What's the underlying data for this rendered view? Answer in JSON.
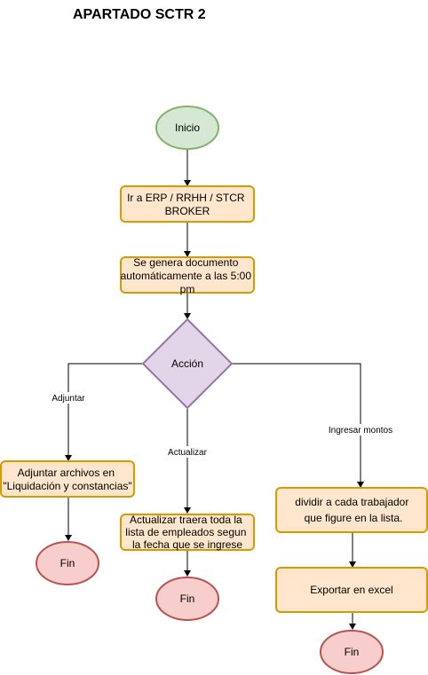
{
  "title": "APARTADO SCTR 2",
  "colors": {
    "start_fill": "#d5e8d4",
    "start_stroke": "#82b366",
    "process_fill": "#ffe6cc",
    "process_stroke": "#d79b00",
    "decision_fill": "#e1d5e7",
    "decision_stroke": "#9673a6",
    "end_fill": "#f8cecc",
    "end_stroke": "#b85450"
  },
  "nodes": {
    "inicio": "Inicio",
    "ir_erp": [
      "Ir a ERP / RRHH / STCR",
      "BROKER"
    ],
    "genera_doc": [
      "Se genera documento",
      "automáticamente a las 5:00",
      "pm"
    ],
    "accion": "Acción",
    "adjuntar_archivos": [
      "Adjuntar archivos en",
      "\"Liquidación y constancias\""
    ],
    "actualizar_traera": [
      "Actualizar traera toda la",
      "lista de empleados segun",
      "la fecha que se ingrese"
    ],
    "dividir": [
      "dividir a cada trabajador",
      "que figure en la lista."
    ],
    "exportar": "Exportar en excel",
    "fin_1": "Fin",
    "fin_2": "Fin",
    "fin_3": "Fin"
  },
  "edge_labels": {
    "adjuntar": "Adjuntar",
    "actualizar": "Actualizar",
    "ingresar_montos": "Ingresar montos"
  }
}
